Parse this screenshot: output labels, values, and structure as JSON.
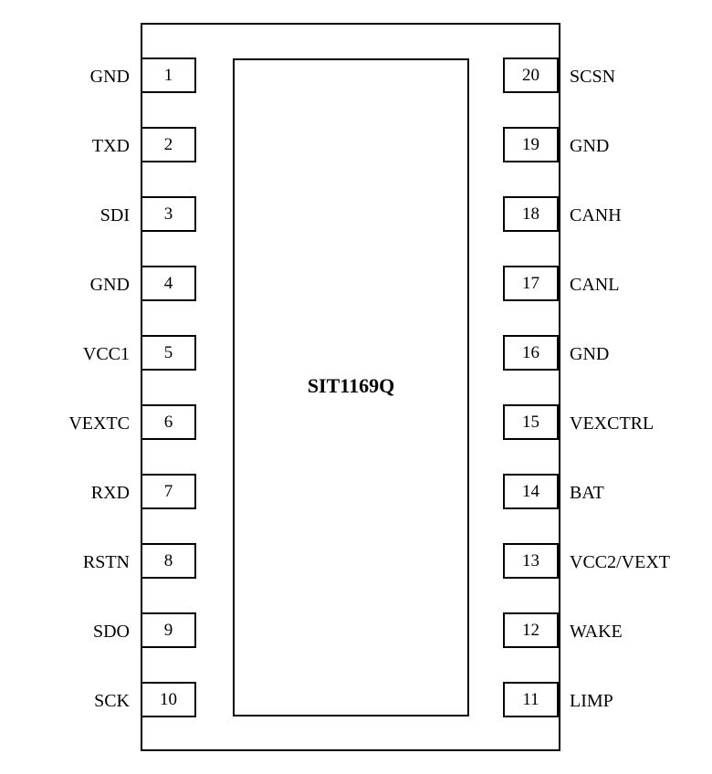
{
  "chip": {
    "name": "SIT1169Q"
  },
  "left_pins": [
    {
      "number": "1",
      "name": "GND"
    },
    {
      "number": "2",
      "name": "TXD"
    },
    {
      "number": "3",
      "name": "SDI"
    },
    {
      "number": "4",
      "name": "GND"
    },
    {
      "number": "5",
      "name": "VCC1"
    },
    {
      "number": "6",
      "name": "VEXTC"
    },
    {
      "number": "7",
      "name": "RXD"
    },
    {
      "number": "8",
      "name": "RSTN"
    },
    {
      "number": "9",
      "name": "SDO"
    },
    {
      "number": "10",
      "name": "SCK"
    }
  ],
  "right_pins": [
    {
      "number": "20",
      "name": "SCSN"
    },
    {
      "number": "19",
      "name": "GND"
    },
    {
      "number": "18",
      "name": "CANH"
    },
    {
      "number": "17",
      "name": "CANL"
    },
    {
      "number": "16",
      "name": "GND"
    },
    {
      "number": "15",
      "name": "VEXCTRL"
    },
    {
      "number": "14",
      "name": "BAT"
    },
    {
      "number": "13",
      "name": "VCC2/VEXT"
    },
    {
      "number": "12",
      "name": "WAKE"
    },
    {
      "number": "11",
      "name": "LIMP"
    }
  ]
}
